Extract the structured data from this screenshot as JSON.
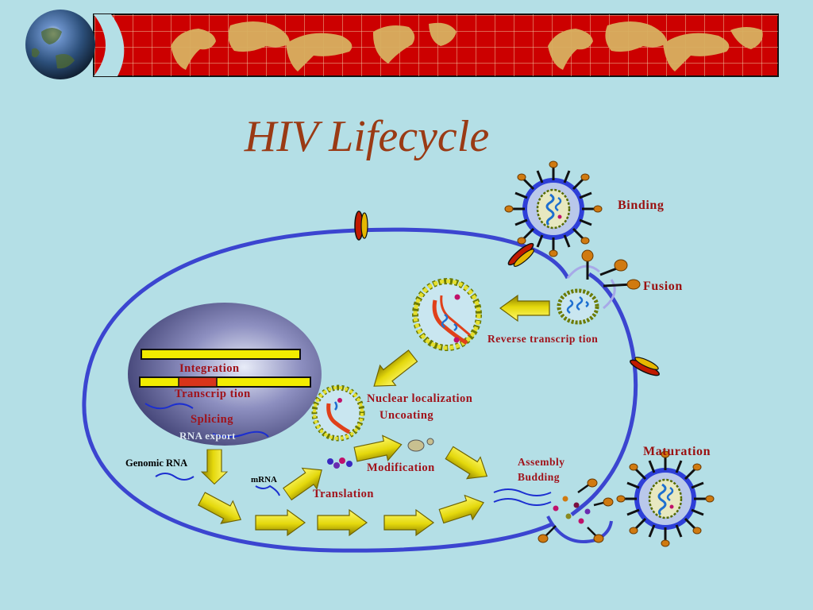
{
  "title": "HIV Lifecycle",
  "colors": {
    "background": "#b4dfe6",
    "banner": "#cc0000",
    "title": "#9a3a14",
    "label": "#a0121a",
    "membrane": "#3b45d0",
    "arrow": "#e8e010"
  },
  "icons": [
    "globe-icon",
    "world-map-banner"
  ],
  "labels": {
    "binding": "Binding",
    "fusion": "Fusion",
    "reverse_transcription": "Reverse transcrip tion",
    "nuclear_localization": "Nuclear localization",
    "uncoating": "Uncoating",
    "integration": "Integration",
    "transcription": "Transcrip tion",
    "splicing": "Splicing",
    "rna_export": "RNA export",
    "genomic_rna": "Genomic RNA",
    "mrna": "mRNA",
    "modification": "Modification",
    "translation": "Translation",
    "assembly": "Assembly",
    "budding": "Budding",
    "maturation": "Maturation"
  }
}
